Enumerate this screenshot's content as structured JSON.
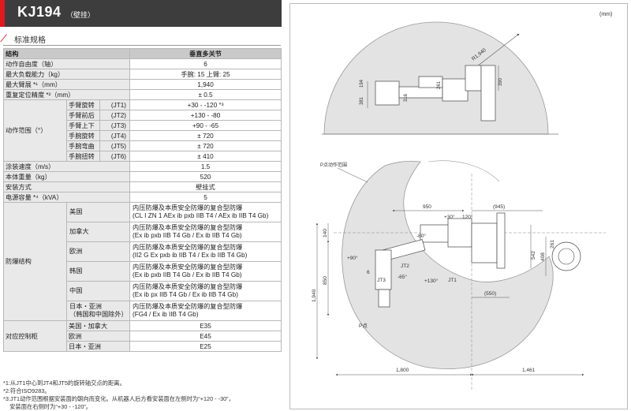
{
  "header": {
    "model": "KJ194",
    "mount": "（壁挂）"
  },
  "section": {
    "title": "标准规格"
  },
  "spec": {
    "structure_label": "结构",
    "structure_value": "垂直多关节",
    "dof_label": "动作自由度（轴）",
    "dof_value": "6",
    "payload_label": "最大负载能力（kg）",
    "payload_value": "手腕: 15  上臂: 25",
    "reach_label": "最大臂展 *¹（mm）",
    "reach_value": "1,940",
    "repeat_label": "重复定位精度 *²（mm）",
    "repeat_value": "± 0.5",
    "range_label": "动作范围（°）",
    "range_rows": [
      {
        "name": "手臂旋转",
        "jt": "(JT1)",
        "value": "+30 - -120 °³"
      },
      {
        "name": "手臂前后",
        "jt": "(JT2)",
        "value": "+130 - -80"
      },
      {
        "name": "手臂上下",
        "jt": "(JT3)",
        "value": "+90 - -65"
      },
      {
        "name": "手腕旋转",
        "jt": "(JT4)",
        "value": "± 720"
      },
      {
        "name": "手腕弯曲",
        "jt": "(JT5)",
        "value": "± 720"
      },
      {
        "name": "手腕扭转",
        "jt": "(JT6)",
        "value": "± 410"
      }
    ],
    "speed_label": "涂装速度（m/s）",
    "speed_value": "1.5",
    "mass_label": "本体重量（kg）",
    "mass_value": "520",
    "install_label": "安装方式",
    "install_value": "壁挂式",
    "power_label": "电源容量 *⁴（kVA）",
    "power_value": "5",
    "explosion_label": "防爆结构",
    "explosion_rows": [
      {
        "region": "美国",
        "value": "内压防爆及本质安全防爆的复合型防爆\n(CL I ZN 1 AEx ib pxb IIB T4 / AEx ib IIB T4 Gb)"
      },
      {
        "region": "加拿大",
        "value": "内压防爆及本质安全防爆的复合型防爆\n(Ex ib pxb IIB T4 Gb / Ex ib IIB T4 Gb)"
      },
      {
        "region": "欧洲",
        "value": "内压防爆及本质安全防爆的复合型防爆\n(II2 G Ex pxb ib IIB T4 / Ex ib IIB T4 Gb)"
      },
      {
        "region": "韩国",
        "value": "内压防爆及本质安全防爆的复合型防爆\n(Ex ib pxb IIB T4 Gb / Ex ib IIB T4 Gb)"
      },
      {
        "region": "中国",
        "value": "内压防爆及本质安全防爆的复合型防爆\n(Ex ib px IIB T4 Gb / Ex ib IIB T4 Gb)"
      },
      {
        "region": "日本・亚洲\n（韩国和中国除外）",
        "value": "内压防爆及本质安全防爆的复合型防爆\n(FG4 / Ex ib IIB T4 Gb)"
      }
    ],
    "controller_label": "对应控制柜",
    "controller_rows": [
      {
        "region": "美国・加拿大",
        "value": "E35"
      },
      {
        "region": "欧洲",
        "value": "E45"
      },
      {
        "region": "日本・亚洲",
        "value": "E25"
      }
    ]
  },
  "notes": [
    "*1:从JT1中心到JT4和JT5的旋转轴交点的距离。",
    "*2:符合ISO9283。",
    "*3:JT1动作范围根据安装面的朝向而变化。从机器人后方看安装面在左侧时为“+120 - -30”，",
    "    安装面在右侧时为“+30 - -120”。"
  ],
  "drawing": {
    "unit": "(mm)",
    "top_view": {
      "radius": "R1,940",
      "dims": [
        "381",
        "194",
        "316",
        "261",
        "390"
      ]
    },
    "side_view": {
      "range_label": "P点动作范围",
      "p_label": "P点",
      "joints": [
        "JT1",
        "JT2",
        "JT3"
      ],
      "angles": [
        "+30°",
        "120°",
        "-80°",
        "+90°",
        "-65°",
        "+130°",
        "6"
      ],
      "dims_h": [
        "950",
        "(945)",
        "(550)",
        "1,800",
        "1,461"
      ],
      "dims_v": [
        "140",
        "850",
        "1,940",
        "542",
        "408",
        "261"
      ]
    }
  },
  "colors": {
    "accent": "#e0191f",
    "header_bg": "#3d3d3d",
    "envelope": "#e3e3e3"
  }
}
